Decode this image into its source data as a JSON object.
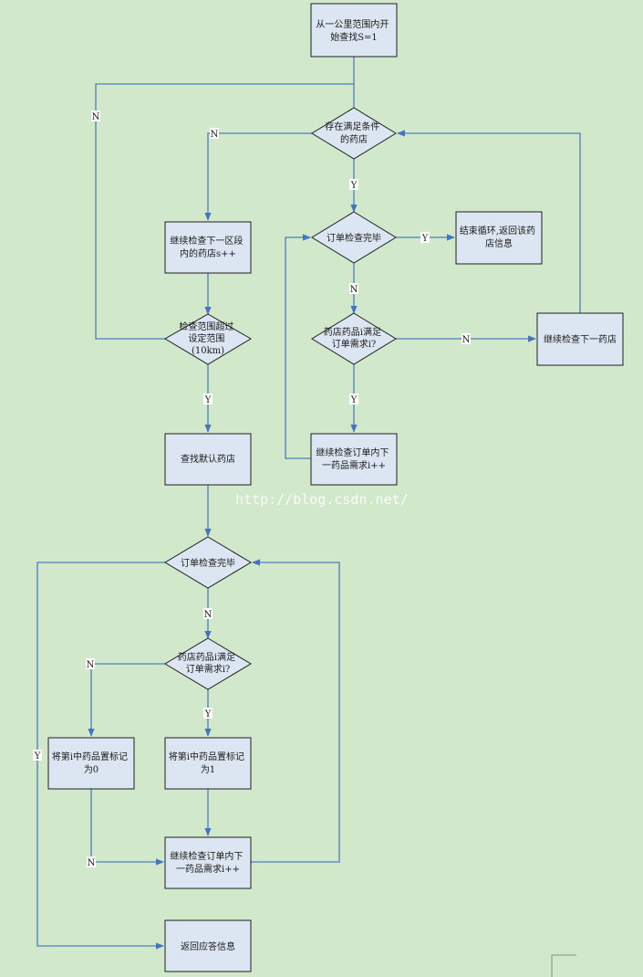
{
  "nodes": {
    "start": [
      "从一公里范围内开",
      "始查找S=1"
    ],
    "has_store": [
      "存在满足条件",
      "的药店"
    ],
    "next_segment": [
      "继续检查下一区段",
      "内的药店s++"
    ],
    "range_check": [
      "检查范围超过",
      "设定范围",
      "(10km)"
    ],
    "find_default": [
      "查找默认药店"
    ],
    "order_done_1": [
      "订单检查完毕"
    ],
    "end_loop": [
      "结束循环,返回该药",
      "店信息"
    ],
    "drug_ok_1": [
      "药店药品i满足",
      "订单需求i?"
    ],
    "next_store": [
      "继续检查下一药店"
    ],
    "next_item_1": [
      "继续检查订单内下",
      "一药品需求i++"
    ],
    "order_done_2": [
      "订单检查完毕"
    ],
    "drug_ok_2": [
      "药店药品i满足",
      "订单需求i?"
    ],
    "mark_0": [
      "将第i中药品置标记",
      "为0"
    ],
    "mark_1": [
      "将第i中药品置标记",
      "为1"
    ],
    "next_item_2": [
      "继续检查订单内下",
      "一药品需求i++"
    ],
    "return_info": [
      "返回应答信息"
    ]
  },
  "labels": {
    "yes": "Y",
    "no": "N"
  },
  "watermark": "http://blog.csdn.net/"
}
